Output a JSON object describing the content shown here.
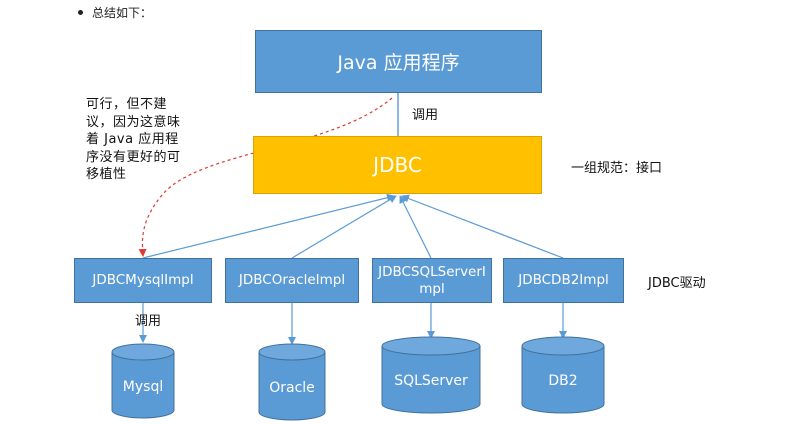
{
  "header": {
    "bullet_text": "总结如下："
  },
  "diagram": {
    "app_label": "Java 应用程序",
    "call_label_top": "调用",
    "jdbc_label": "JDBC",
    "spec_label": "一组规范：接口",
    "driver_label": "JDBC驱动",
    "note_text": "可行，但不建议，因为这意味着 Java 应用程序没有更好的可移植性",
    "call_label_bottom": "调用",
    "impls": [
      {
        "label": "JDBCMysqlImpl"
      },
      {
        "label": "JDBCOracleImpl"
      },
      {
        "label": "JDBCSQLServerImpl"
      },
      {
        "label": "JDBCDB2Impl"
      }
    ],
    "databases": [
      {
        "label": "Mysql"
      },
      {
        "label": "Oracle"
      },
      {
        "label": "SQLServer"
      },
      {
        "label": "DB2"
      }
    ]
  },
  "colors": {
    "blue_box": "#5b9bd5",
    "blue_border": "#41719c",
    "jdbc_box": "#ffc000",
    "connector": "#5b9bd5",
    "dashed_arrow": "#e0392f"
  }
}
